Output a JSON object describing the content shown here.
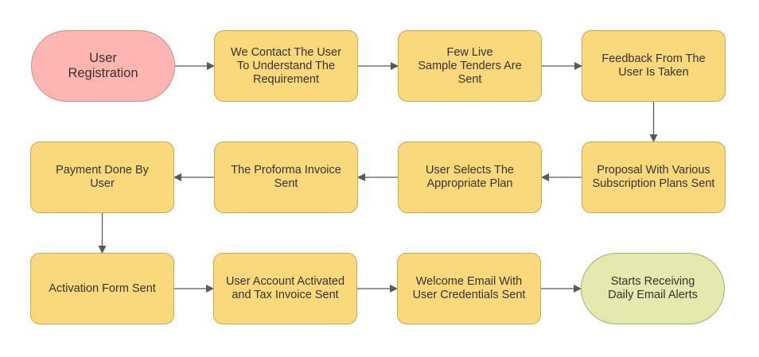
{
  "colors": {
    "process_fill": "#fad97c",
    "start_fill": "#ffb6b2",
    "end_fill": "#e4e9ad",
    "arrow": "#595959"
  },
  "nodes": [
    {
      "id": "user-registration",
      "type": "start",
      "label": "User\nRegistration"
    },
    {
      "id": "contact-user",
      "type": "process",
      "label": "We Contact The User\nTo Understand The\nRequirement"
    },
    {
      "id": "sample-tenders",
      "type": "process",
      "label": "Few Live\nSample Tenders Are\nSent"
    },
    {
      "id": "feedback",
      "type": "process",
      "label": "Feedback From The\nUser Is Taken"
    },
    {
      "id": "proposal",
      "type": "process",
      "label": "Proposal With Various\nSubscription Plans Sent"
    },
    {
      "id": "select-plan",
      "type": "process",
      "label": "User Selects The\nAppropriate Plan"
    },
    {
      "id": "proforma",
      "type": "process",
      "label": "The Proforma Invoice\nSent"
    },
    {
      "id": "payment",
      "type": "process",
      "label": "Payment Done By\nUser"
    },
    {
      "id": "activation-form",
      "type": "process",
      "label": "Activation Form Sent"
    },
    {
      "id": "account-activated",
      "type": "process",
      "label": "User Account Activated\nand Tax Invoice Sent"
    },
    {
      "id": "welcome-email",
      "type": "process",
      "label": "Welcome Email With\nUser Credentials Sent"
    },
    {
      "id": "daily-alerts",
      "type": "end",
      "label": "Starts Receiving\nDaily Email Alerts"
    }
  ],
  "edges": [
    {
      "from": "user-registration",
      "to": "contact-user"
    },
    {
      "from": "contact-user",
      "to": "sample-tenders"
    },
    {
      "from": "sample-tenders",
      "to": "feedback"
    },
    {
      "from": "feedback",
      "to": "proposal"
    },
    {
      "from": "proposal",
      "to": "select-plan"
    },
    {
      "from": "select-plan",
      "to": "proforma"
    },
    {
      "from": "proforma",
      "to": "payment"
    },
    {
      "from": "payment",
      "to": "activation-form"
    },
    {
      "from": "activation-form",
      "to": "account-activated"
    },
    {
      "from": "account-activated",
      "to": "welcome-email"
    },
    {
      "from": "welcome-email",
      "to": "daily-alerts"
    }
  ]
}
